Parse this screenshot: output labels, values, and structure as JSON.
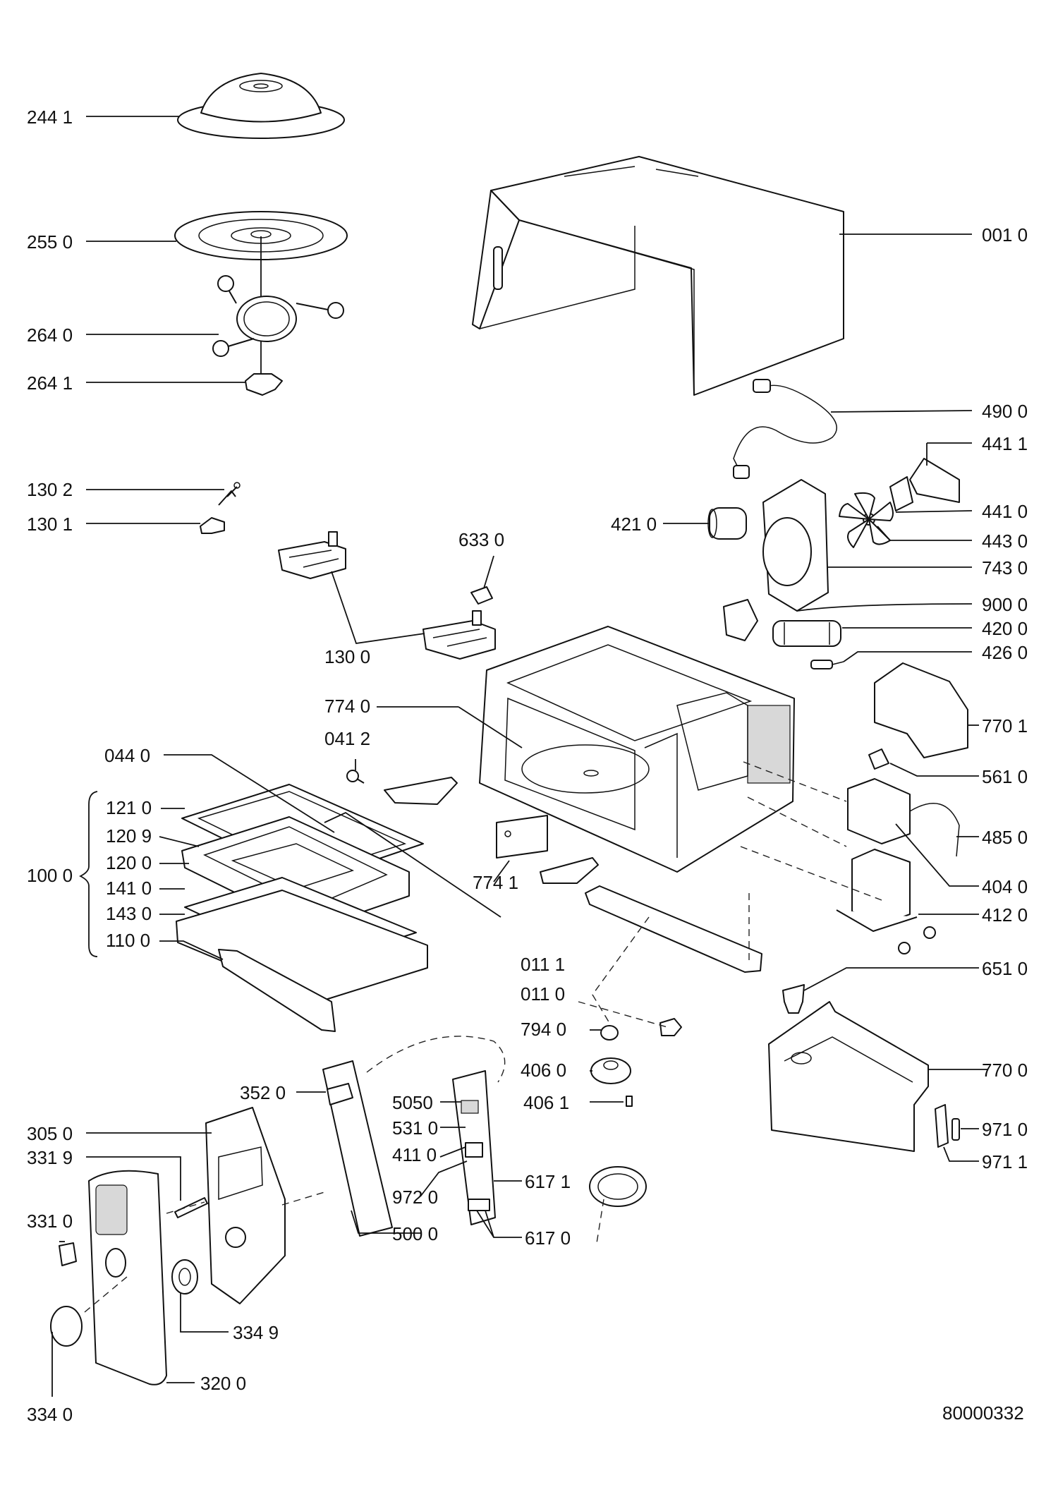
{
  "diagram": {
    "document_number": "80000332",
    "labels": [
      {
        "id": "2441",
        "text": "244 1"
      },
      {
        "id": "2550",
        "text": "255 0"
      },
      {
        "id": "2640",
        "text": "264 0"
      },
      {
        "id": "2641",
        "text": "264 1"
      },
      {
        "id": "1302",
        "text": "130 2"
      },
      {
        "id": "1301",
        "text": "130 1"
      },
      {
        "id": "6330",
        "text": "633 0"
      },
      {
        "id": "1300",
        "text": "130 0"
      },
      {
        "id": "7740",
        "text": "774 0"
      },
      {
        "id": "0412",
        "text": "041 2"
      },
      {
        "id": "0440",
        "text": "044 0"
      },
      {
        "id": "1210",
        "text": "121 0"
      },
      {
        "id": "1209",
        "text": "120 9"
      },
      {
        "id": "1200",
        "text": "120 0"
      },
      {
        "id": "1000",
        "text": "100 0"
      },
      {
        "id": "1410",
        "text": "141 0"
      },
      {
        "id": "1430",
        "text": "143 0"
      },
      {
        "id": "1100",
        "text": "110 0"
      },
      {
        "id": "7741",
        "text": "774 1"
      },
      {
        "id": "0111",
        "text": "011 1"
      },
      {
        "id": "0110",
        "text": "011 0"
      },
      {
        "id": "7940",
        "text": "794 0"
      },
      {
        "id": "4060",
        "text": "406 0"
      },
      {
        "id": "4061",
        "text": "406 1"
      },
      {
        "id": "3520",
        "text": "352 0"
      },
      {
        "id": "5050",
        "text": "5050"
      },
      {
        "id": "5310",
        "text": "531 0"
      },
      {
        "id": "4110",
        "text": "411 0"
      },
      {
        "id": "9720",
        "text": "972 0"
      },
      {
        "id": "6171",
        "text": "617 1"
      },
      {
        "id": "5000",
        "text": "500 0"
      },
      {
        "id": "6170",
        "text": "617 0"
      },
      {
        "id": "3050",
        "text": "305 0"
      },
      {
        "id": "3319",
        "text": "331 9"
      },
      {
        "id": "3310",
        "text": "331 0"
      },
      {
        "id": "3349",
        "text": "334 9"
      },
      {
        "id": "3200",
        "text": "320 0"
      },
      {
        "id": "3340",
        "text": "334 0"
      },
      {
        "id": "0010",
        "text": "001 0"
      },
      {
        "id": "4900",
        "text": "490 0"
      },
      {
        "id": "4411",
        "text": "441 1"
      },
      {
        "id": "4410",
        "text": "441 0"
      },
      {
        "id": "4430",
        "text": "443 0"
      },
      {
        "id": "4210",
        "text": "421 0"
      },
      {
        "id": "7430",
        "text": "743 0"
      },
      {
        "id": "9000",
        "text": "900 0"
      },
      {
        "id": "4200",
        "text": "420 0"
      },
      {
        "id": "4260",
        "text": "426 0"
      },
      {
        "id": "7701",
        "text": "770 1"
      },
      {
        "id": "5610",
        "text": "561 0"
      },
      {
        "id": "4850",
        "text": "485 0"
      },
      {
        "id": "4040",
        "text": "404 0"
      },
      {
        "id": "4120",
        "text": "412 0"
      },
      {
        "id": "6510",
        "text": "651 0"
      },
      {
        "id": "7700",
        "text": "770 0"
      },
      {
        "id": "9710",
        "text": "971 0"
      },
      {
        "id": "9711",
        "text": "971 1"
      }
    ]
  }
}
